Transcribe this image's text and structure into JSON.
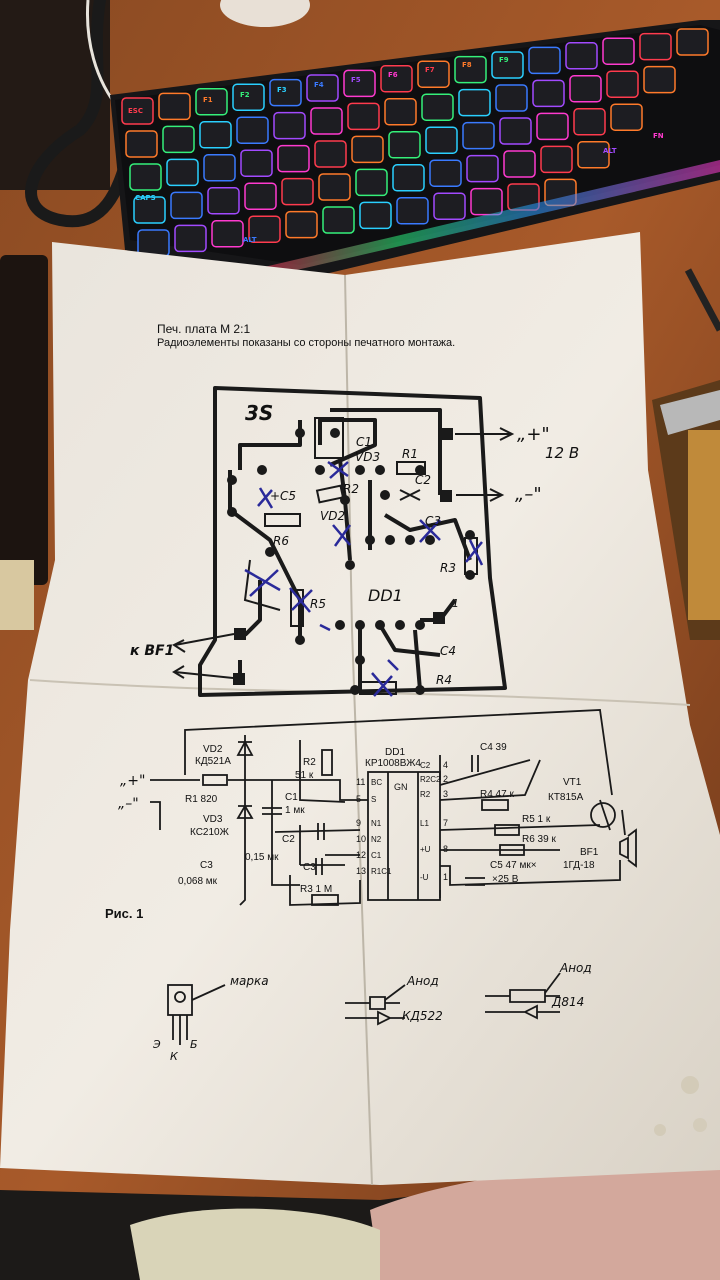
{
  "keyboard": {
    "keys": [
      "ESC",
      "F1",
      "F2",
      "F3",
      "F4",
      "F5",
      "F6",
      "F7",
      "F8",
      "F9",
      "CAPS",
      "ALT",
      "ALT",
      "FN"
    ]
  },
  "sheet": {
    "header_line1": "Печ. плата М 2:1",
    "header_line2": "Радиоэлементы показаны со стороны печатного монтажа.",
    "pcb": {
      "board_label": "3S",
      "parts": [
        "C1",
        "VD3",
        "R1",
        "C2",
        "+C5",
        "R2",
        "VD2",
        "C3",
        "R6",
        "R3",
        "R5",
        "DD1",
        "C4",
        "R4"
      ],
      "pin1": "1",
      "plus_label": "„+\"",
      "voltage_label": "12 В",
      "minus_label": "„–\"",
      "bf1_label": "к BF1"
    },
    "schematic": {
      "vd2": "VD2",
      "vd2_type": "КД521А",
      "r2": "R2",
      "r2_val": "51 к",
      "dd1": "DD1",
      "dd1_type": "КР1008ВЖ4",
      "c4": "C4 39",
      "vt1": "VT1",
      "vt1_type": "КТ815А",
      "plus": "„+\"",
      "minus": "„–\"",
      "r1": "R1 820",
      "c1": "C1",
      "c1_val": "1 мк",
      "vd3": "VD3",
      "vd3_type": "КС210Ж",
      "c2": "C2",
      "c2_val": "0,15 мк",
      "c3": "C3",
      "c3_val": "0,068 мк",
      "r3": "R3 1 М",
      "r4": "R4 47 к",
      "r5": "R5 1 к",
      "r6": "R6 39 к",
      "c5": "C5 47 мк×",
      "c5_b": "×25 В",
      "bf1": "BF1",
      "bf1_type": "1ГД-18",
      "ic_pins_left": [
        "11",
        "5",
        "9",
        "10",
        "12",
        "13"
      ],
      "ic_names_left": [
        "BC",
        "S",
        "N1",
        "N2",
        "C1",
        "R1C1"
      ],
      "ic_pins_right": [
        "4",
        "2",
        "3",
        "7",
        "8",
        "1"
      ],
      "ic_names_right": [
        "C2",
        "R2C2",
        "R2",
        "L1",
        "+U",
        "-U"
      ],
      "ic_gn": "GN"
    },
    "figure_caption": "Рис. 1",
    "pinout": {
      "marking": "маркa",
      "e": "Э",
      "k": "К",
      "b": "Б",
      "anode1": "Анод",
      "diode1": "КД522",
      "anode2": "Анод",
      "diode2": "Д814"
    }
  }
}
